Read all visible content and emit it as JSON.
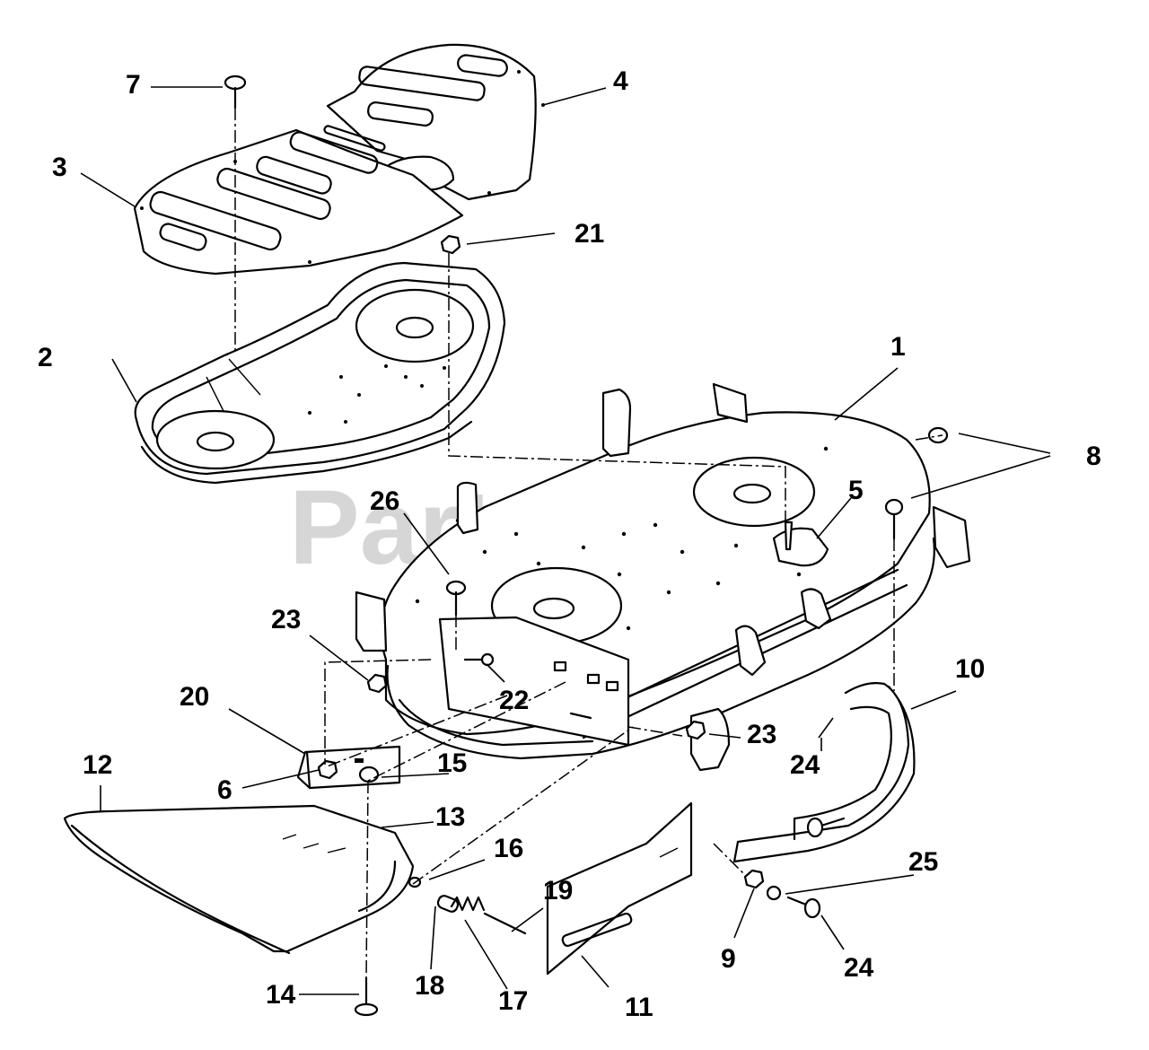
{
  "watermark": {
    "text": "PartsTree",
    "trademark": "TM"
  },
  "callouts": {
    "c1": "1",
    "c2": "2",
    "c3": "3",
    "c4": "4",
    "c5": "5",
    "c6": "6",
    "c7": "7",
    "c8": "8",
    "c9": "9",
    "c10": "10",
    "c11": "11",
    "c12": "12",
    "c13": "13",
    "c14": "14",
    "c15": "15",
    "c16": "16",
    "c17": "17",
    "c18": "18",
    "c19": "19",
    "c20": "20",
    "c21": "21",
    "c22": "22",
    "c23a": "23",
    "c23b": "23",
    "c24a": "24",
    "c24b": "24",
    "c25": "25",
    "c26": "26"
  }
}
